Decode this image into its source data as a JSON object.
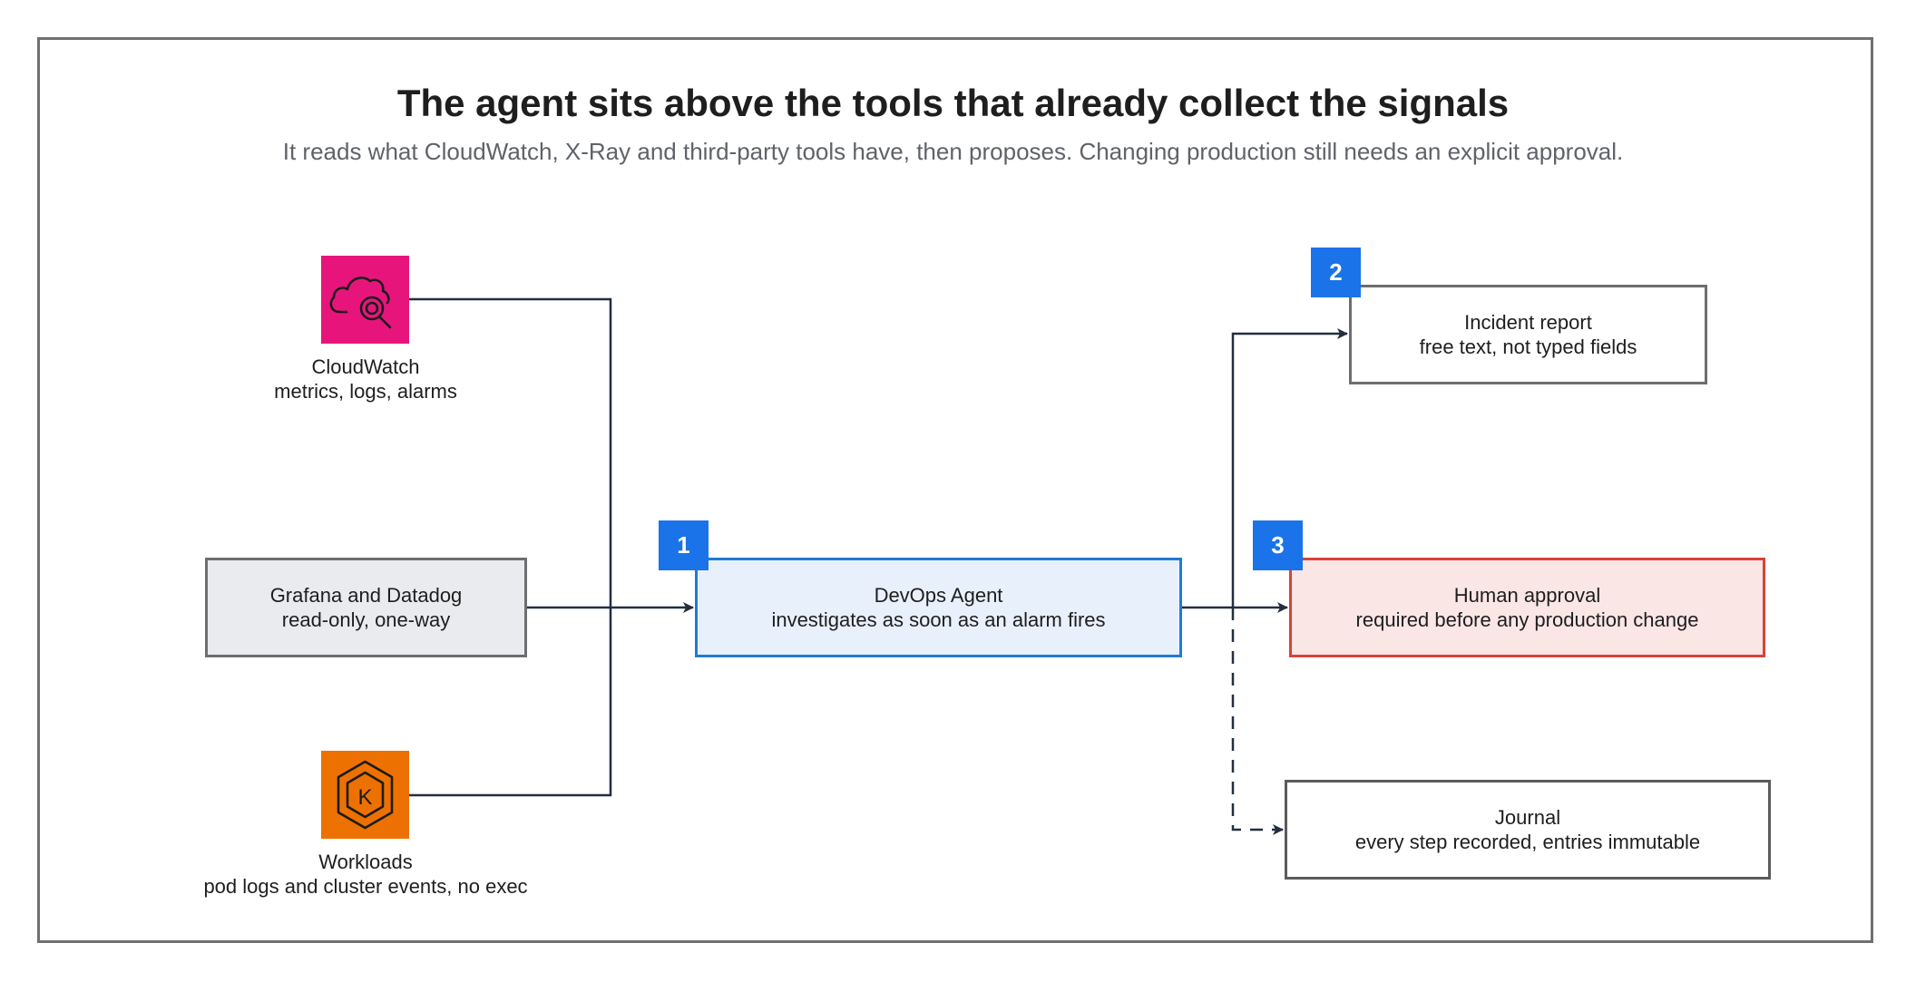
{
  "title": "The agent sits above the tools that already collect the signals",
  "subtitle": "It reads what CloudWatch, X-Ray and third-party tools have, then proposes. Changing production still needs an explicit approval.",
  "colors": {
    "accent_blue": "#1a73e8",
    "cloudwatch_pink": "#e7157b",
    "workloads_orange": "#ed7100",
    "approval_red": "#d9423a",
    "line_dark": "#232f3e"
  },
  "sources": {
    "cloudwatch": {
      "icon": "cloudwatch-magnifier-icon",
      "title": "CloudWatch",
      "detail": "metrics, logs, alarms"
    },
    "third_party": {
      "title": "Grafana and Datadog",
      "detail": "read-only, one-way"
    },
    "workloads": {
      "icon": "kubernetes-hexagon-icon",
      "title": "Workloads",
      "detail": "pod logs and cluster events, no exec"
    }
  },
  "agent": {
    "badge": "1",
    "title": "DevOps Agent",
    "detail": "investigates as soon as an alarm fires"
  },
  "outputs": {
    "report": {
      "badge": "2",
      "title": "Incident report",
      "detail": "free text, not typed fields"
    },
    "approval": {
      "badge": "3",
      "title": "Human approval",
      "detail": "required before any production change"
    },
    "journal": {
      "title": "Journal",
      "detail": "every step recorded, entries immutable"
    }
  }
}
